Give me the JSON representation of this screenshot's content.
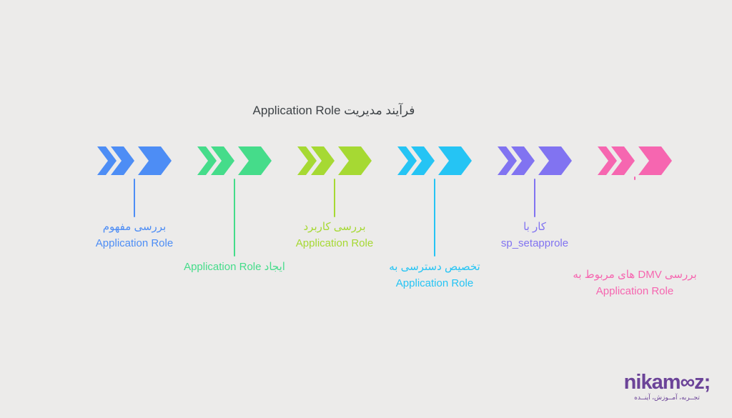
{
  "title": "فرآیند مدیریت Application Role",
  "background_color": "#ECEBEA",
  "title_color": "#3E4347",
  "steps": [
    {
      "name": "review-concept",
      "color": "#4D8DF5",
      "connector": "short",
      "label_lines": [
        "بررسی مفهوم",
        "Application Role"
      ]
    },
    {
      "name": "create-approle",
      "color": "#45DC8A",
      "connector": "long",
      "label_lines": [
        "ایجاد Application Role",
        ""
      ]
    },
    {
      "name": "review-usage",
      "color": "#A6D933",
      "connector": "short",
      "label_lines": [
        "بررسی کاربرد",
        "Application Role"
      ]
    },
    {
      "name": "assign-access",
      "color": "#25C4F4",
      "connector": "long",
      "label_lines": [
        "تخصیص دسترسی به",
        "Application Role"
      ]
    },
    {
      "name": "work-with-sp",
      "color": "#8173F1",
      "connector": "short",
      "label_lines": [
        "کار با",
        "sp_setapprole"
      ]
    },
    {
      "name": "review-dmv",
      "color": "#F666B0",
      "connector": "stub",
      "label_lines": [
        "بررسی DMV های مربوط به",
        "Application Role"
      ]
    }
  ],
  "logo": {
    "wordmark": "nikam∞z;",
    "tagline": "تجــربه، آمــوزش، آینــده",
    "color": "#6B4398"
  }
}
